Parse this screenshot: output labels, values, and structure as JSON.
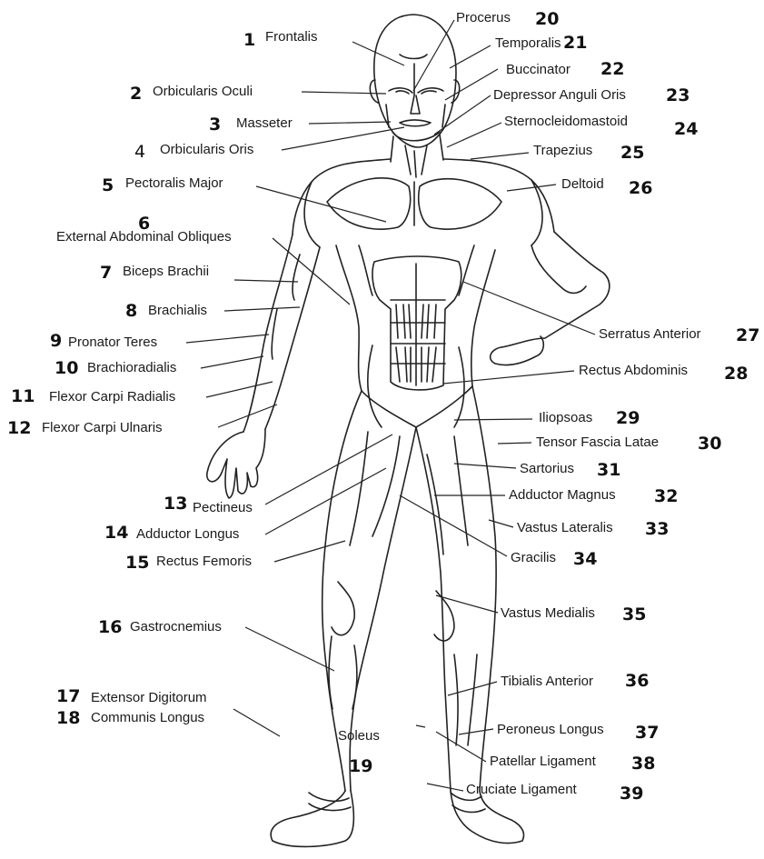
{
  "labels": [
    {
      "n": "1",
      "name": "Frontalis"
    },
    {
      "n": "2",
      "name": "Orbicularis Oculi"
    },
    {
      "n": "3",
      "name": "Masseter"
    },
    {
      "n": "4",
      "name": "Orbicularis Oris"
    },
    {
      "n": "5",
      "name": "Pectoralis Major"
    },
    {
      "n": "6",
      "name": "External Abdominal Obliques"
    },
    {
      "n": "7",
      "name": "Biceps Brachii"
    },
    {
      "n": "8",
      "name": "Brachialis"
    },
    {
      "n": "9",
      "name": "Pronator Teres"
    },
    {
      "n": "10",
      "name": "Brachioradialis"
    },
    {
      "n": "11",
      "name": "Flexor Carpi Radialis"
    },
    {
      "n": "12",
      "name": "Flexor Carpi Ulnaris"
    },
    {
      "n": "13",
      "name": "Pectineus"
    },
    {
      "n": "14",
      "name": "Adductor Longus"
    },
    {
      "n": "15",
      "name": "Rectus Femoris"
    },
    {
      "n": "16",
      "name": "Gastrocnemius"
    },
    {
      "n": "17",
      "name": "Extensor Digitorum"
    },
    {
      "n": "18",
      "name": "Communis Longus"
    },
    {
      "n": "19",
      "name": "Soleus"
    },
    {
      "n": "20",
      "name": "Procerus"
    },
    {
      "n": "21",
      "name": "Temporalis"
    },
    {
      "n": "22",
      "name": "Buccinator"
    },
    {
      "n": "23",
      "name": "Depressor Anguli Oris"
    },
    {
      "n": "24",
      "name": "Sternocleidomastoid"
    },
    {
      "n": "25",
      "name": "Trapezius"
    },
    {
      "n": "26",
      "name": "Deltoid"
    },
    {
      "n": "27",
      "name": "Serratus Anterior"
    },
    {
      "n": "28",
      "name": "Rectus Abdominis"
    },
    {
      "n": "29",
      "name": "Iliopsoas"
    },
    {
      "n": "30",
      "name": "Tensor Fascia Latae"
    },
    {
      "n": "31",
      "name": "Sartorius"
    },
    {
      "n": "32",
      "name": "Adductor Magnus"
    },
    {
      "n": "33",
      "name": "Vastus Lateralis"
    },
    {
      "n": "34",
      "name": "Gracilis"
    },
    {
      "n": "35",
      "name": "Vastus Medialis"
    },
    {
      "n": "36",
      "name": "Tibialis Anterior"
    },
    {
      "n": "37",
      "name": "Peroneus Longus"
    },
    {
      "n": "38",
      "name": "Patellar Ligament"
    },
    {
      "n": "39",
      "name": "Cruciate Ligament"
    }
  ]
}
